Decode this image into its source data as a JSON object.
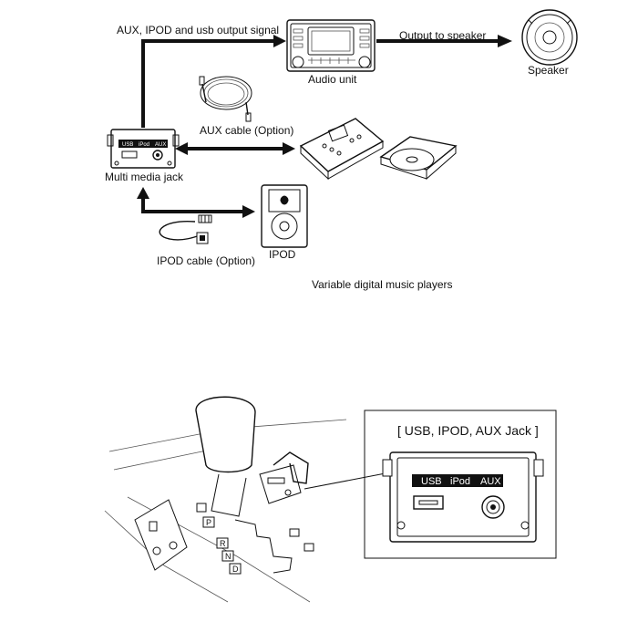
{
  "diagram": {
    "labels": {
      "aux_ipod_usb_signal": "AUX, IPOD and usb output signal",
      "output_to_speaker": "Output to speaker",
      "audio_unit": "Audio unit",
      "speaker": "Speaker",
      "aux_cable": "AUX cable (Option)",
      "multi_media_jack": "Multi media jack",
      "ipod_cable": "IPOD cable (Option)",
      "ipod": "IPOD",
      "variable_players": "Variable digital music players"
    },
    "jack_small_labels": [
      "USB",
      "iPod",
      "AUX"
    ]
  },
  "detail": {
    "title": "[ USB, IPOD, AUX Jack ]",
    "port_labels": [
      "USB",
      "iPod",
      "AUX"
    ],
    "gear_letters": [
      "P",
      "R",
      "N",
      "D"
    ]
  }
}
